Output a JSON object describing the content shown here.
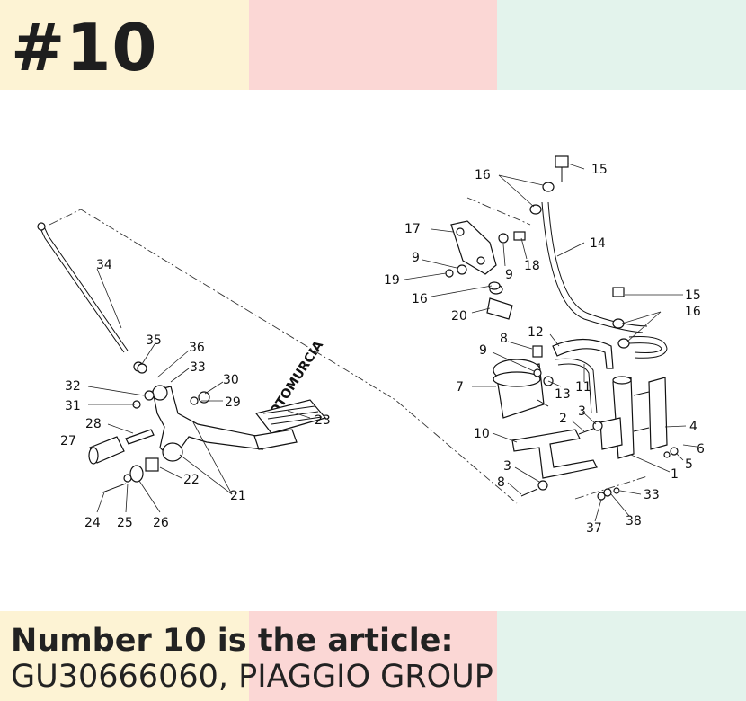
{
  "header": {
    "title": "#10",
    "band_colors": [
      "#fdf3d4",
      "#fbd7d5",
      "#e3f3ec"
    ]
  },
  "footer": {
    "line1": "Number 10 is the article:",
    "line2": "GU30666060, PIAGGIO GROUP",
    "band_colors": [
      "#fdf3d4",
      "#fbd7d5",
      "#e3f3ec"
    ]
  },
  "diagram": {
    "watermark": "MOTOMURCIA",
    "callouts": {
      "c1": "1",
      "c2": "2",
      "c3a": "3",
      "c3b": "3",
      "c4": "4",
      "c5": "5",
      "c6": "6",
      "c7": "7",
      "c8a": "8",
      "c8b": "8",
      "c9a": "9",
      "c9b": "9",
      "c9c": "9",
      "c10": "10",
      "c11": "11",
      "c12": "12",
      "c13": "13",
      "c14": "14",
      "c15a": "15",
      "c15b": "15",
      "c16a": "16",
      "c16b": "16",
      "c16c": "16",
      "c17": "17",
      "c18": "18",
      "c19": "19",
      "c20": "20",
      "c21": "21",
      "c22": "22",
      "c23": "23",
      "c24": "24",
      "c25": "25",
      "c26": "26",
      "c27": "27",
      "c28": "28",
      "c29": "29",
      "c30": "30",
      "c31": "31",
      "c32": "32",
      "c33a": "33",
      "c33b": "33",
      "c34": "34",
      "c35": "35",
      "c36": "36",
      "c37": "37",
      "c38": "38"
    }
  }
}
